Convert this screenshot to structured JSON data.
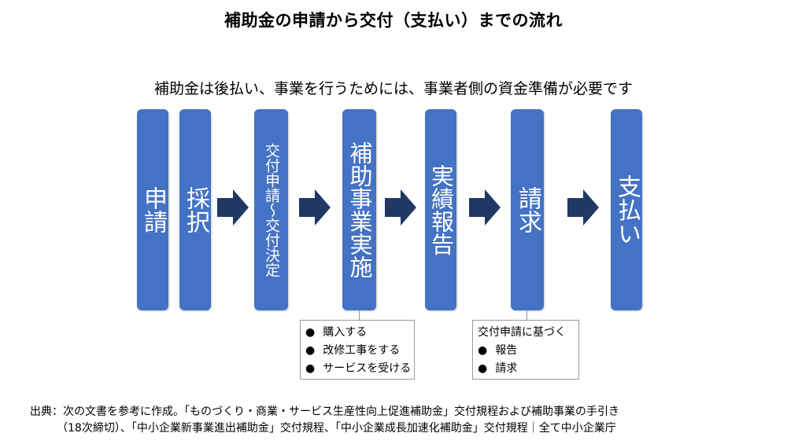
{
  "title": "補助金の申請から交付（支払い）までの流れ",
  "subtitle": "補助金は後払い、事業を行うためには、事業者側の資金準備が必要です",
  "steps": [
    {
      "label": "申請"
    },
    {
      "label": "採択"
    },
    {
      "label": "交付申請〜交付決定"
    },
    {
      "label": "補助事業実施"
    },
    {
      "label": "実績報告"
    },
    {
      "label": "請求"
    },
    {
      "label": "支払い"
    }
  ],
  "callout_project": {
    "items": [
      "購入する",
      "改修工事をする",
      "サービスを受ける"
    ]
  },
  "callout_claim": {
    "heading": "交付申請に基づく",
    "items": [
      "報告",
      "請求"
    ]
  },
  "bullet": "●",
  "source": {
    "line1": "出典：次の文書を参考に作成。「ものづくり・商業・サービス生産性向上促進補助金」交付規程および補助事業の手引き",
    "line2": "（18次締切）、「中小企業新事業進出補助金」交付規程、「中小企業成長加速化補助金」交付規程｜全て中小企業庁"
  },
  "colors": {
    "box_fill": "#4472c4",
    "arrow_fill": "#1f3864",
    "callout_border": "#9a9a9a"
  }
}
